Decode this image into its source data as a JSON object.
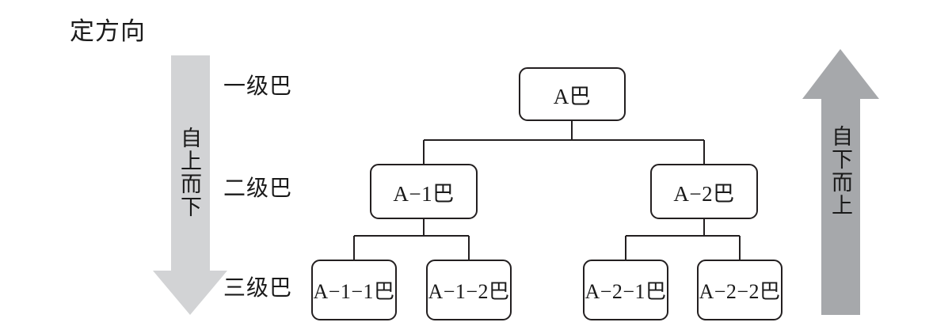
{
  "diagram": {
    "title": "定方向",
    "type": "organization-hierarchy-tree",
    "level_labels": [
      {
        "id": "level-1",
        "text": "一级巴"
      },
      {
        "id": "level-2",
        "text": "二级巴"
      },
      {
        "id": "level-3",
        "text": "三级巴"
      }
    ],
    "arrows": {
      "left": {
        "label": "自上而下",
        "direction": "down",
        "color": "#d2d3d5"
      },
      "right": {
        "label": "自下而上",
        "direction": "up",
        "color": "#a6a8ab"
      }
    },
    "nodes": {
      "root": {
        "label": "A巴"
      },
      "level2": [
        {
          "label": "A−1巴"
        },
        {
          "label": "A−2巴"
        }
      ],
      "level3": [
        {
          "label": "A−1−1巴"
        },
        {
          "label": "A−1−2巴"
        },
        {
          "label": "A−2−1巴"
        },
        {
          "label": "A−2−2巴"
        }
      ]
    },
    "colors": {
      "node_border": "#231f20",
      "node_fill": "#ffffff",
      "connector": "#231f20",
      "background": "#ffffff",
      "text": "#1a1a1a"
    }
  }
}
